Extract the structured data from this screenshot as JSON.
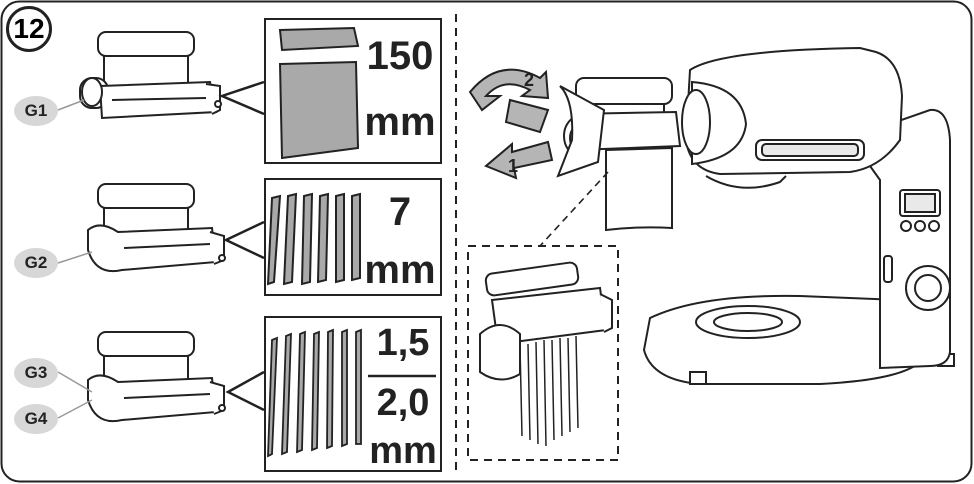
{
  "step_number": "12",
  "attachments": [
    {
      "id": "G1",
      "size_value": "150",
      "size_unit": "mm"
    },
    {
      "id": "G2",
      "size_value": "7",
      "size_unit": "mm"
    },
    {
      "id": "G3",
      "id_b": "G4",
      "size_value": "1,5",
      "size_value_b": "2,0",
      "size_unit": "mm"
    }
  ],
  "rotation_arrows": [
    {
      "step": "1",
      "meaning": "push"
    },
    {
      "step": "2",
      "meaning": "turn"
    }
  ],
  "colors": {
    "outline": "#222222",
    "fill": "#a9a9a9",
    "badge": "#d7d7d7"
  },
  "icons": [
    "pasta-roller-attachment-icon",
    "stand-mixer-icon",
    "pasta-cutter-icon",
    "arrow-icon"
  ]
}
